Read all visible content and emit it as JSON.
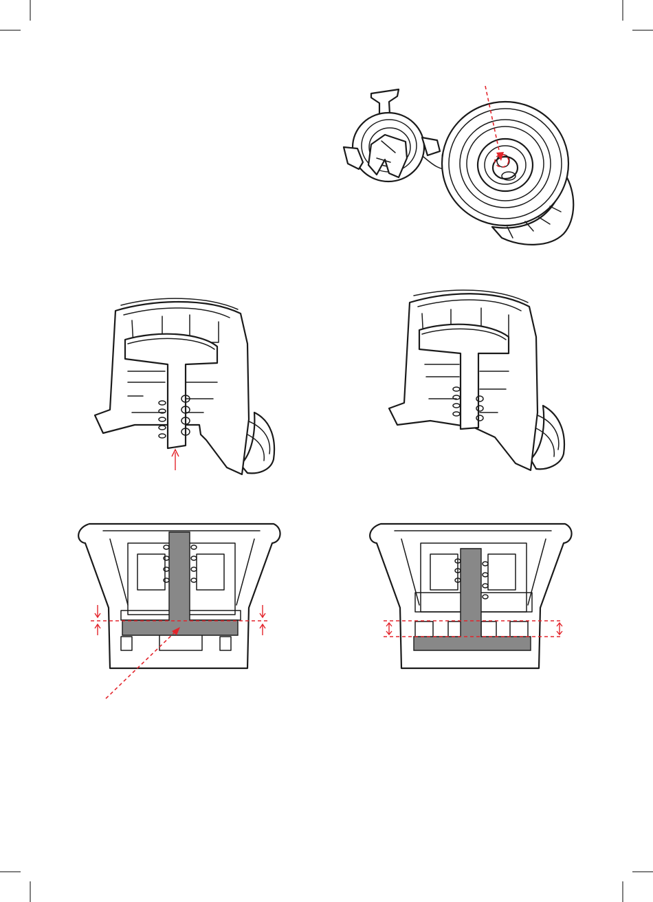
{
  "figure": {
    "panels": [
      {
        "id": "valve-with-cap",
        "description_name": "valve-cap-assembly"
      },
      {
        "id": "cutaway-open"
      },
      {
        "id": "cutaway-closed"
      },
      {
        "id": "section-open"
      },
      {
        "id": "section-closed"
      }
    ],
    "colors": {
      "line": "#1a1a1a",
      "accent": "#e3242b",
      "fill_grey": "#888888",
      "background": "#ffffff"
    }
  }
}
